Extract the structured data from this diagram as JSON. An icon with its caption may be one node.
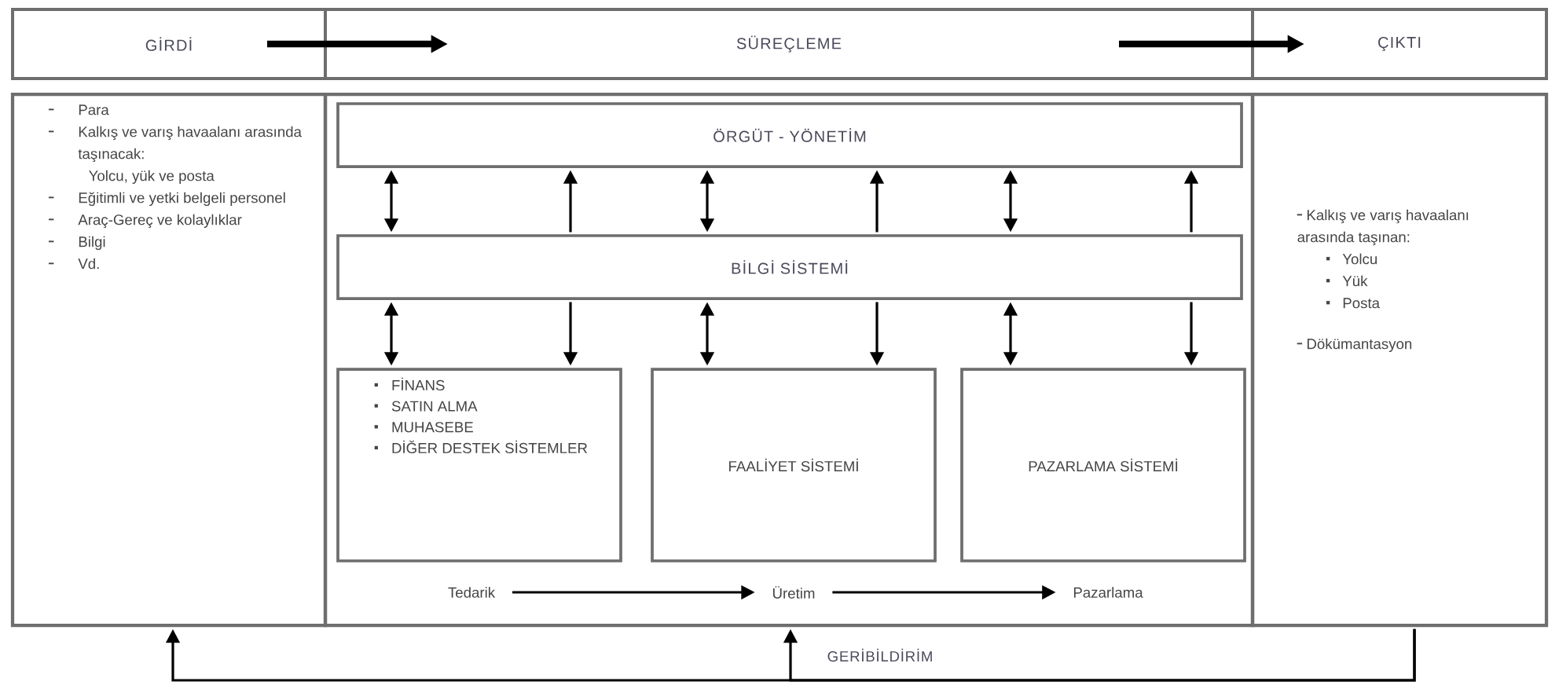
{
  "diagram": {
    "nodes": [
      {
        "text": [
          "GİRDİ"
        ]
      },
      {
        "text": [
          "SÜREÇLEME"
        ]
      },
      {
        "text": [
          "ÇIKTI"
        ]
      },
      {
        "text": [
          "Para",
          "Kalkış ve varış havaalanı arasında taşınacak:",
          "Yolcu, yük ve posta",
          "Eğitimli ve yetki belgeli personel",
          "Araç-Gereç ve kolaylıklar",
          "Bilgi",
          "Vd."
        ]
      },
      {
        "text": [],
        "shape": "box"
      },
      {
        "text": [
          "ÖRGÜT - YÖNETİM"
        ],
        "in": 4
      },
      {
        "text": [
          "BİLGİ SİSTEMİ"
        ],
        "in": 4
      },
      {
        "text": [
          "FİNANS",
          "SATIN ALMA",
          "MUHASEBE",
          "DİĞER DESTEK SİSTEMLER"
        ],
        "in": 4
      },
      {
        "text": [
          "FAALİYET SİSTEMİ"
        ],
        "in": 4
      },
      {
        "text": [
          "PAZARLAMA SİSTEMİ"
        ],
        "in": 4
      },
      {
        "text": [
          "Tedarik"
        ],
        "in": 4
      },
      {
        "text": [
          "Üretim"
        ],
        "in": 4
      },
      {
        "text": [
          "Pazarlama"
        ],
        "in": 4
      },
      {
        "text": [
          "Kalkış ve varış havaalanı arasında taşınan:",
          "Yolcu",
          "Yük",
          "Posta",
          "Dökümantasyon"
        ]
      }
    ],
    "edges": [
      {
        "from": 0,
        "to": 1,
        "arrow": "to",
        "style": "thick"
      },
      {
        "from": 1,
        "to": 2,
        "arrow": "to",
        "style": "thick"
      },
      {
        "from": 5,
        "to": 6,
        "arrow": "both"
      },
      {
        "from": 6,
        "to": 5,
        "arrow": "to"
      },
      {
        "from": 5,
        "to": 6,
        "arrow": "both"
      },
      {
        "from": 6,
        "to": 5,
        "arrow": "to"
      },
      {
        "from": 5,
        "to": 6,
        "arrow": "both"
      },
      {
        "from": 6,
        "to": 5,
        "arrow": "to"
      },
      {
        "from": 6,
        "to": 7,
        "arrow": "both"
      },
      {
        "from": 6,
        "to": 7,
        "arrow": "to"
      },
      {
        "from": 6,
        "to": 8,
        "arrow": "both"
      },
      {
        "from": 6,
        "to": 8,
        "arrow": "to"
      },
      {
        "from": 6,
        "to": 9,
        "arrow": "both"
      },
      {
        "from": 6,
        "to": 9,
        "arrow": "to"
      },
      {
        "from": 10,
        "to": 11,
        "arrow": "to"
      },
      {
        "from": 11,
        "to": 12,
        "arrow": "to"
      },
      {
        "from": 13,
        "to": 3,
        "arrow": "to"
      },
      {
        "from": 13,
        "to": 4,
        "arrow": "to"
      }
    ],
    "labels": [
      "GERİBİLDİRİM"
    ]
  }
}
